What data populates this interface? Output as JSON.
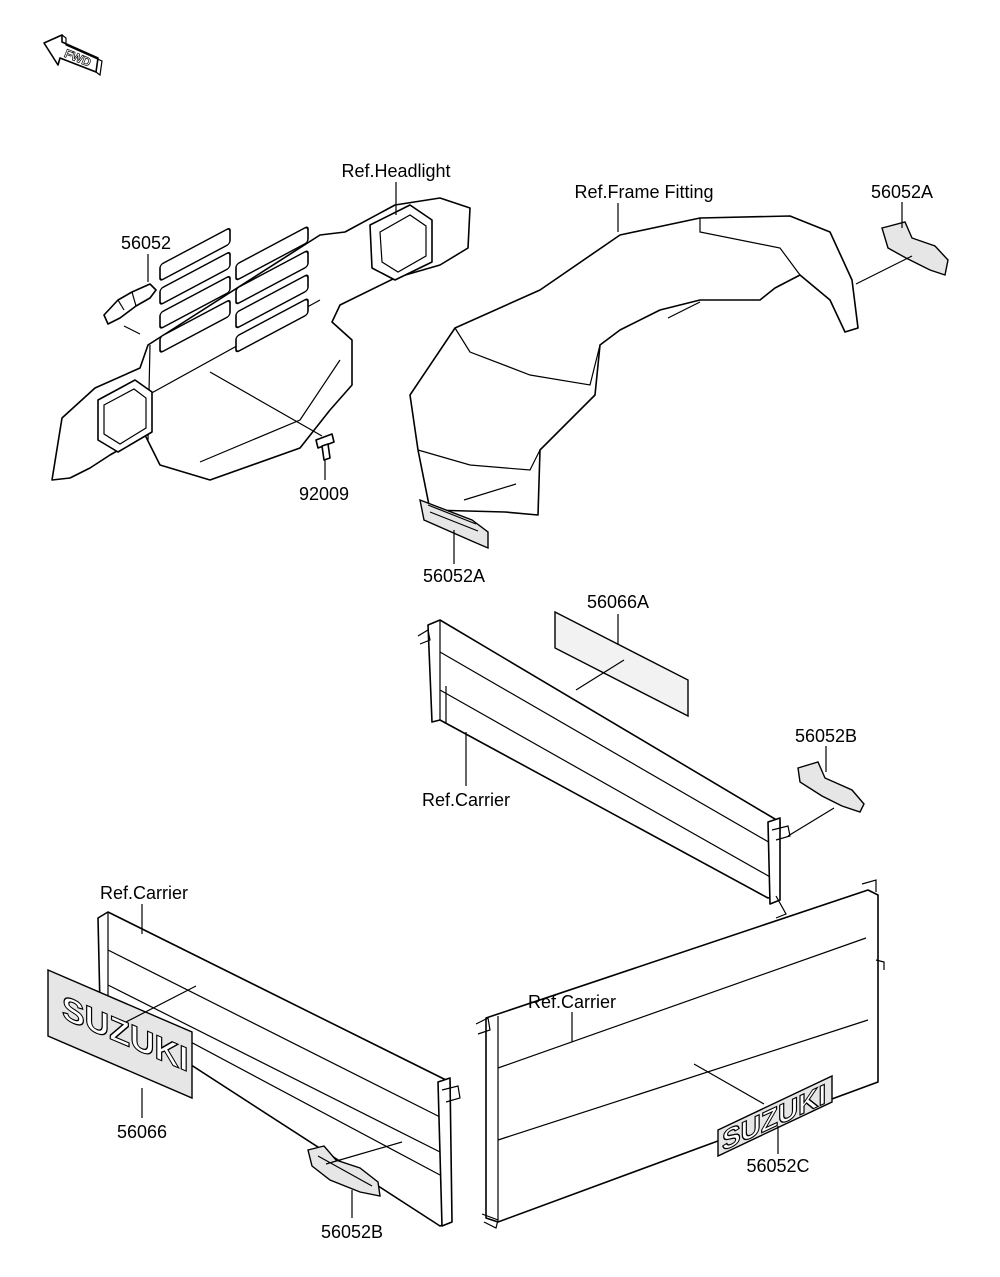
{
  "fwd_indicator": "FWD",
  "callouts": {
    "ref_headlight": "Ref.Headlight",
    "ref_frame_fitting": "Ref.Frame Fitting",
    "part_56052_top": "56052",
    "part_56052A_right": "56052A",
    "part_56052A_center": "56052A",
    "part_92009": "92009",
    "part_56066A": "56066A",
    "part_56052B_right": "56052B",
    "ref_carrier_mid": "Ref.Carrier",
    "ref_carrier_left": "Ref.Carrier",
    "ref_carrier_right": "Ref.Carrier",
    "part_56066": "56066",
    "part_56052B_bottom": "56052B",
    "part_56052C": "56052C"
  },
  "decals": {
    "side_decal_text": "SUZUKI",
    "tail_decal_text": "SUZUKI"
  }
}
